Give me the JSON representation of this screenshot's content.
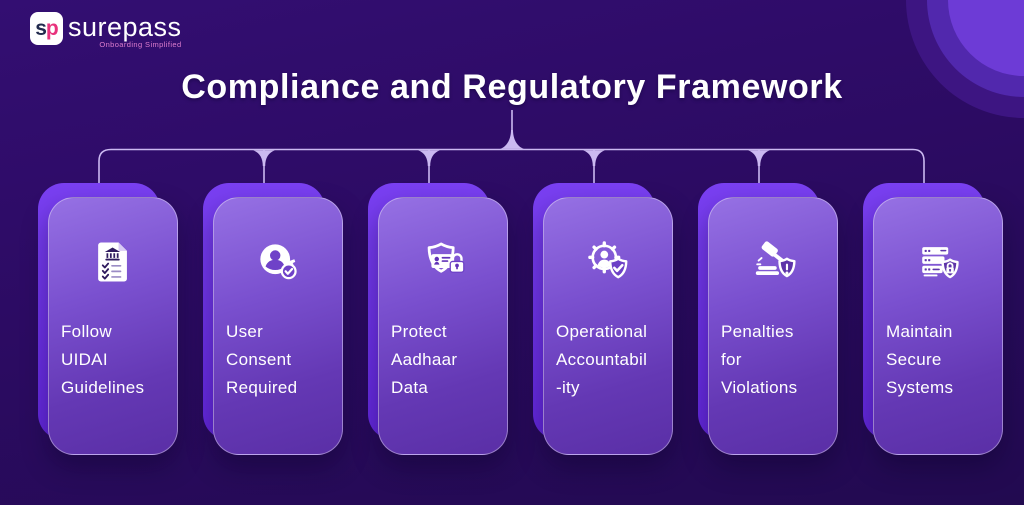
{
  "brand": {
    "mark_s": "s",
    "mark_p": "p",
    "name": "surepass",
    "tagline": "Onboarding Simplified"
  },
  "title": "Compliance and Regulatory Framework",
  "cards": [
    {
      "icon": "document-checklist-icon",
      "lines": [
        "Follow",
        "UIDAI",
        "Guidelines"
      ]
    },
    {
      "icon": "user-consent-check-icon",
      "lines": [
        "User",
        "Consent",
        "Required"
      ]
    },
    {
      "icon": "shield-id-card-lock-icon",
      "lines": [
        "Protect",
        "Aadhaar",
        "Data"
      ]
    },
    {
      "icon": "gear-user-shield-check-icon",
      "lines": [
        "Operational",
        "Accountabil",
        "-ity"
      ]
    },
    {
      "icon": "gavel-shield-alert-icon",
      "lines": [
        "Penalties",
        "for",
        "Violations"
      ]
    },
    {
      "icon": "server-shield-lock-icon",
      "lines": [
        "Maintain",
        "Secure",
        "Systems"
      ]
    }
  ],
  "colors": {
    "background_top": "#330e72",
    "background_bottom": "#220a50",
    "card_back": "#6d30e8",
    "card_front_top": "#9671e4",
    "card_front_bottom": "#5a2fa6",
    "connector": "#cbb9f1",
    "title_text": "#ffffff",
    "logo_s": "#222a4d",
    "logo_p_pink": "#e8327c",
    "tagline_pink": "#dd7ccd"
  }
}
